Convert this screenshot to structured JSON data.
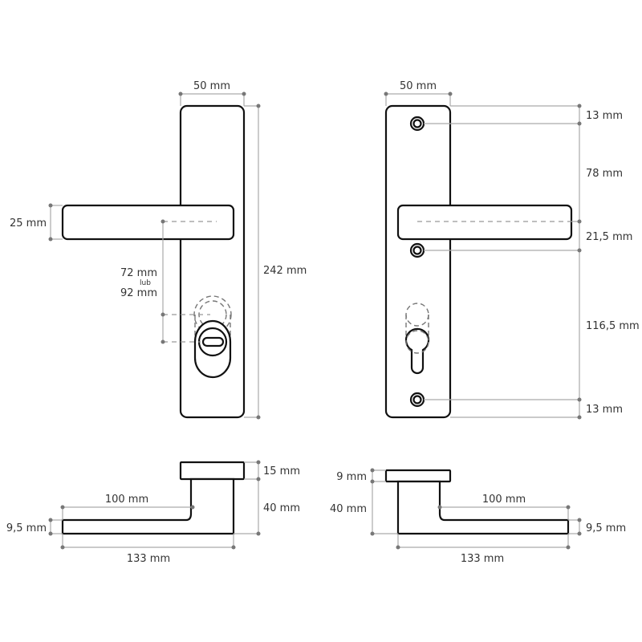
{
  "front_view_left": {
    "width": "50 mm",
    "height": "242 mm",
    "lever_height": "25 mm",
    "spacing_a": "72 mm",
    "spacing_or": "lub",
    "spacing_b": "92 mm"
  },
  "front_view_right": {
    "width": "50 mm",
    "top_screw": "13 mm",
    "to_handle": "78 mm",
    "handle_to_screw": "21,5 mm",
    "screw_to_screw": "116,5 mm",
    "bottom_screw": "13 mm"
  },
  "side_view_left": {
    "rosette_thickness": "15 mm",
    "neck_height": "40 mm",
    "lever_reach": "100 mm",
    "lever_thickness": "9,5 mm",
    "total_length": "133 mm"
  },
  "side_view_right": {
    "rosette_thickness": "9 mm",
    "neck_height": "40 mm",
    "lever_reach": "100 mm",
    "lever_thickness": "9,5 mm",
    "total_length": "133 mm"
  }
}
